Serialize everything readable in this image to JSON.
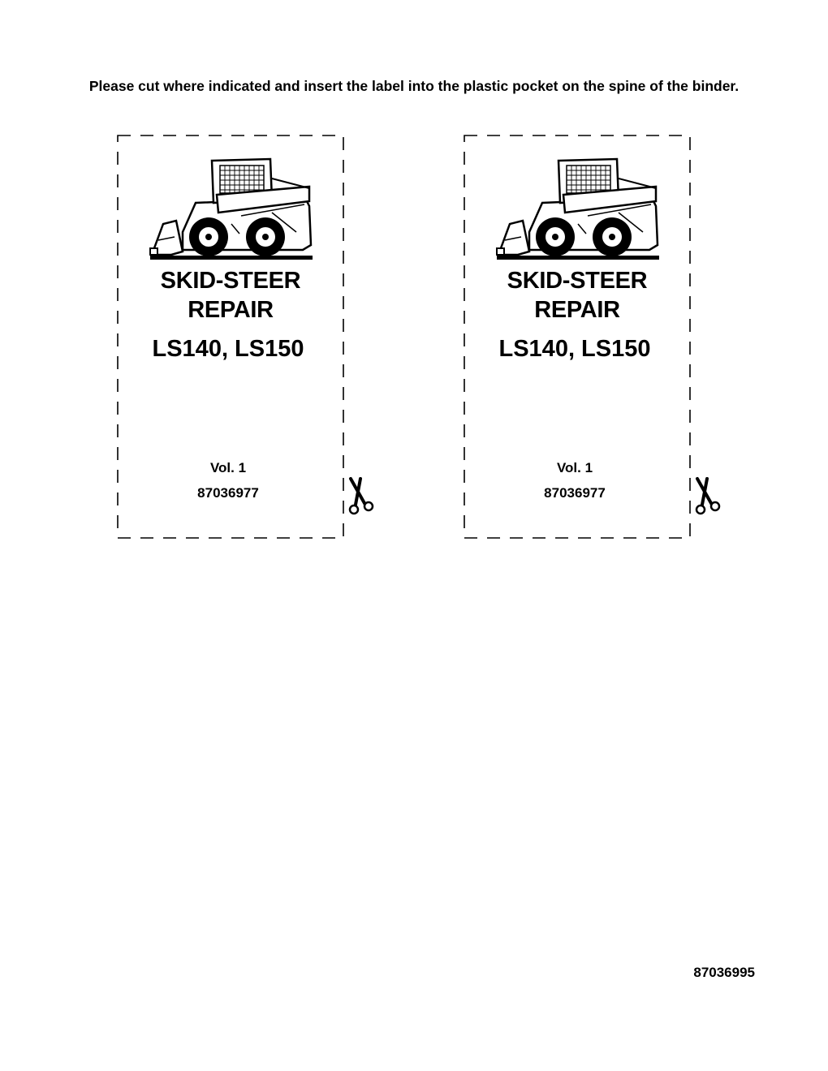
{
  "instructions": "Please cut where indicated and insert the label into the plastic pocket on the spine of the binder.",
  "labels": [
    {
      "machine_icon": "skid-steer-loader-icon",
      "title_line1": "SKID-STEER",
      "title_line2": "REPAIR",
      "models": "LS140, LS150",
      "volume": "Vol. 1",
      "part_number": "87036977",
      "cut_icon": "scissors-icon"
    },
    {
      "machine_icon": "skid-steer-loader-icon",
      "title_line1": "SKID-STEER",
      "title_line2": "REPAIR",
      "models": "LS140, LS150",
      "volume": "Vol. 1",
      "part_number": "87036977",
      "cut_icon": "scissors-icon"
    }
  ],
  "footer_code": "87036995"
}
